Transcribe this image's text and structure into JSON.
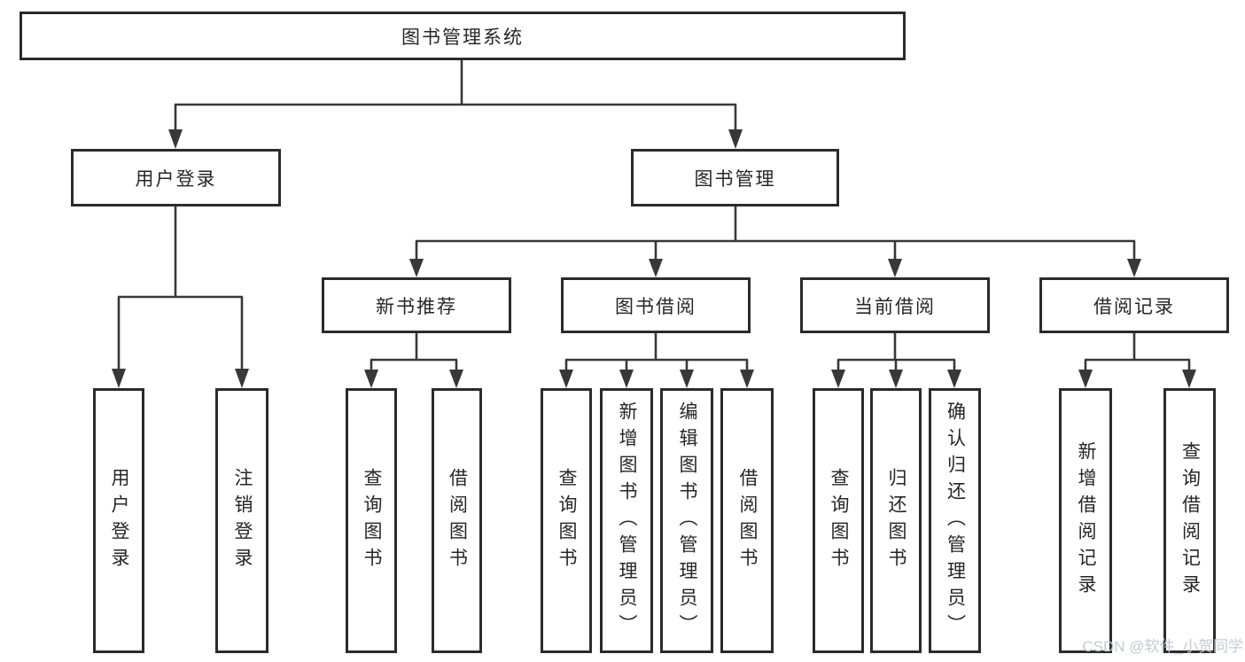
{
  "tree": {
    "root": {
      "label": "图书管理系统",
      "children": [
        {
          "label": "用户登录",
          "children": [
            {
              "label": "用户登录"
            },
            {
              "label": "注销登录"
            }
          ]
        },
        {
          "label": "图书管理",
          "children": [
            {
              "label": "新书推荐",
              "children": [
                {
                  "label": "查询图书"
                },
                {
                  "label": "借阅图书"
                }
              ]
            },
            {
              "label": "图书借阅",
              "children": [
                {
                  "label": "查询图书"
                },
                {
                  "label": "新增图书（管理员）"
                },
                {
                  "label": "编辑图书（管理员）"
                },
                {
                  "label": "借阅图书"
                }
              ]
            },
            {
              "label": "当前借阅",
              "children": [
                {
                  "label": "查询图书"
                },
                {
                  "label": "归还图书"
                },
                {
                  "label": "确认归还（管理员）"
                }
              ]
            },
            {
              "label": "借阅记录",
              "children": [
                {
                  "label": "新增借阅记录"
                },
                {
                  "label": "查询借阅记录"
                }
              ]
            }
          ]
        }
      ]
    }
  },
  "colors": {
    "border": "#2b2b2b",
    "line": "#383838",
    "text": "#262626",
    "watermark": "#c6cad1"
  },
  "watermark": {
    "text": "CSDN @软件_小贺同学"
  }
}
